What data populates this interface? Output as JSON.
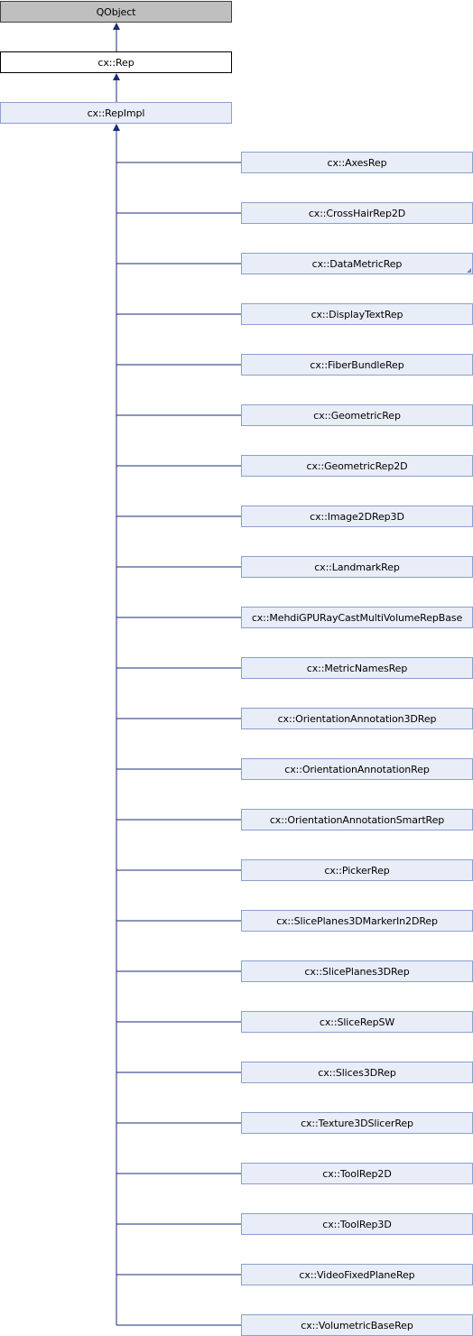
{
  "diagram": {
    "root": {
      "label": "QObject"
    },
    "rep": {
      "label": "cx::Rep"
    },
    "repimpl": {
      "label": "cx::RepImpl"
    },
    "children": [
      {
        "label": "cx::AxesRep"
      },
      {
        "label": "cx::CrossHairRep2D"
      },
      {
        "label": "cx::DataMetricRep",
        "has_more": true
      },
      {
        "label": "cx::DisplayTextRep"
      },
      {
        "label": "cx::FiberBundleRep"
      },
      {
        "label": "cx::GeometricRep"
      },
      {
        "label": "cx::GeometricRep2D"
      },
      {
        "label": "cx::Image2DRep3D"
      },
      {
        "label": "cx::LandmarkRep"
      },
      {
        "label": "cx::MehdiGPURayCastMultiVolumeRepBase"
      },
      {
        "label": "cx::MetricNamesRep"
      },
      {
        "label": "cx::OrientationAnnotation3DRep"
      },
      {
        "label": "cx::OrientationAnnotationRep"
      },
      {
        "label": "cx::OrientationAnnotationSmartRep"
      },
      {
        "label": "cx::PickerRep"
      },
      {
        "label": "cx::SlicePlanes3DMarkerIn2DRep"
      },
      {
        "label": "cx::SlicePlanes3DRep"
      },
      {
        "label": "cx::SliceRepSW"
      },
      {
        "label": "cx::Slices3DRep"
      },
      {
        "label": "cx::Texture3DSlicerRep"
      },
      {
        "label": "cx::ToolRep2D"
      },
      {
        "label": "cx::ToolRep3D"
      },
      {
        "label": "cx::VideoFixedPlaneRep"
      },
      {
        "label": "cx::VolumetricBaseRep"
      }
    ],
    "colors": {
      "edge": "#1a2c7a",
      "node_fill": "#e8edf7",
      "node_border": "#8aa0cc",
      "root_fill": "#bfbfbf"
    }
  }
}
